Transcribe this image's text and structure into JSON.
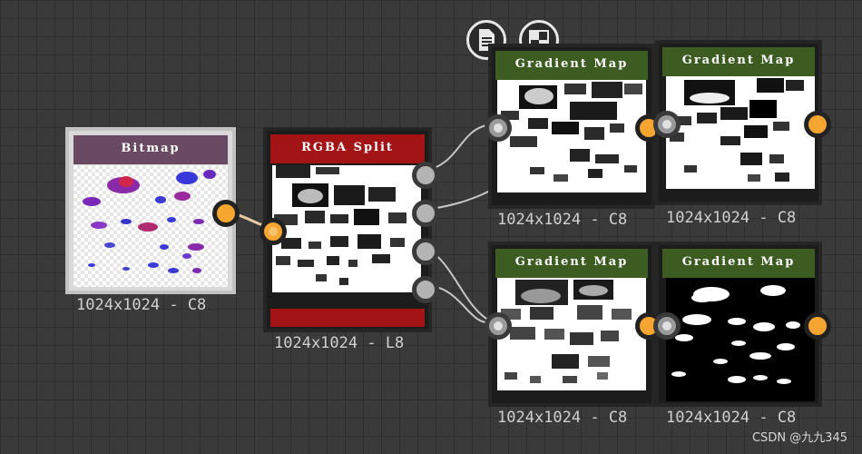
{
  "colors": {
    "bitmap_header": "#6a4a62",
    "split_header": "#a31417",
    "gradient_header": "#3d5c22",
    "port_orange": "#f5a530",
    "port_grey": "#b4b4b4",
    "wire": "#c8c8c8"
  },
  "toolbar": {
    "icons": [
      "document-icon",
      "checker-icon"
    ]
  },
  "nodes": {
    "bitmap": {
      "title": "Bitmap",
      "caption": "1024x1024 - C8"
    },
    "rgba_split": {
      "title": "RGBA Split",
      "caption": "1024x1024 - L8"
    },
    "gradient_1": {
      "title": "Gradient Map",
      "caption": "1024x1024 - C8"
    },
    "gradient_2": {
      "title": "Gradient Map",
      "caption": "1024x1024 - C8"
    },
    "gradient_3": {
      "title": "Gradient Map",
      "caption": "1024x1024 - C8"
    },
    "gradient_4": {
      "title": "Gradient Map",
      "caption": "1024x1024 - C8"
    }
  },
  "watermark": "CSDN @九九345"
}
